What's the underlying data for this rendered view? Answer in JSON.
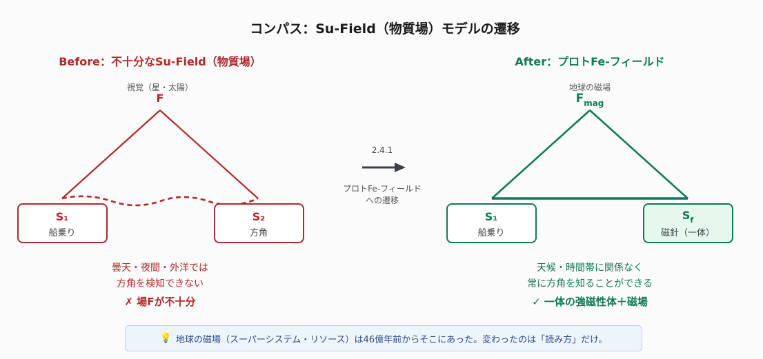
{
  "title": "コンパス：Su-Field（物質場）モデルの遷移",
  "before": {
    "heading": "Before：不十分なSu-Field（物質場）",
    "field_label": "視覚（星・太陽）",
    "field_symbol": "F",
    "s1_symbol": "S₁",
    "s1_label": "船乗り",
    "s2_symbol": "S₂",
    "s2_label": "方角",
    "desc_line1": "曇天・夜間・外洋では",
    "desc_line2": "方角を検知できない",
    "verdict": "✗ 場Fが不十分"
  },
  "transition": {
    "code": "2.4.1",
    "line1": "プロトFe-フィールド",
    "line2": "への遷移"
  },
  "after": {
    "heading": "After：プロトFe-フィールド",
    "field_label": "地球の磁場",
    "field_symbol_main": "F",
    "field_symbol_sub": "mag",
    "s1_symbol": "S₁",
    "s1_label": "船乗り",
    "sf_symbol_main": "S",
    "sf_symbol_sub": "f",
    "sf_label": "磁針（一体）",
    "desc_line1": "天候・時間帯に関係なく",
    "desc_line2": "常に方角を知ることができる",
    "verdict": "✓ 一体の強磁性体＋磁場"
  },
  "footnote": {
    "icon": "lightbulb-icon",
    "text": "地球の磁場（スーパーシステム・リソース）は46億年前からそこにあった。変わったのは「読み方」だけ。"
  },
  "colors": {
    "before": "#b0282a",
    "after": "#0f7a55",
    "after_fill": "#e6f7ee",
    "arrow": "#3c4048",
    "gray": "#555555"
  }
}
